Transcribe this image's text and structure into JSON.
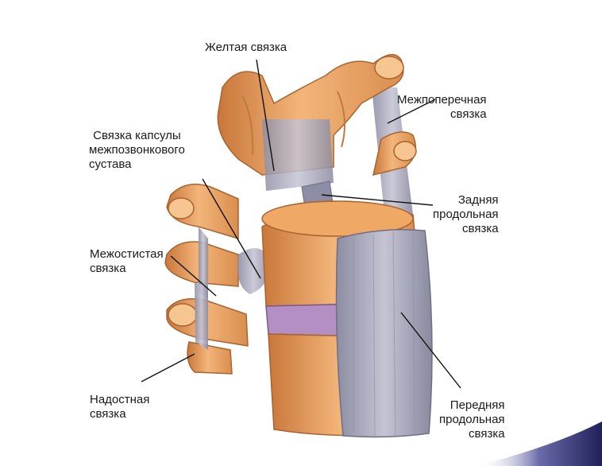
{
  "labels": {
    "yellow": [
      "Желтая связка"
    ],
    "intertransverse": [
      "Межпоперечная",
      "связка"
    ],
    "capsule": [
      "Связка капсулы",
      "межпозвонкового",
      "сустава"
    ],
    "posterior": [
      "Задняя",
      "продольная",
      "связка"
    ],
    "interspinous": [
      "Межостистая",
      "связка"
    ],
    "supraspinous": [
      "Надостная",
      "связка"
    ],
    "anterior": [
      "Передняя",
      "продольная",
      "связка"
    ]
  },
  "colors": {
    "bone": "#e8a060",
    "bone_light": "#f7c58f",
    "bone_dark": "#b86a2e",
    "ligament": "#a9a9bd",
    "ligament_dark": "#7f7f96",
    "disc": "#b38fc4",
    "accent_corner": "#3a3a7a"
  }
}
